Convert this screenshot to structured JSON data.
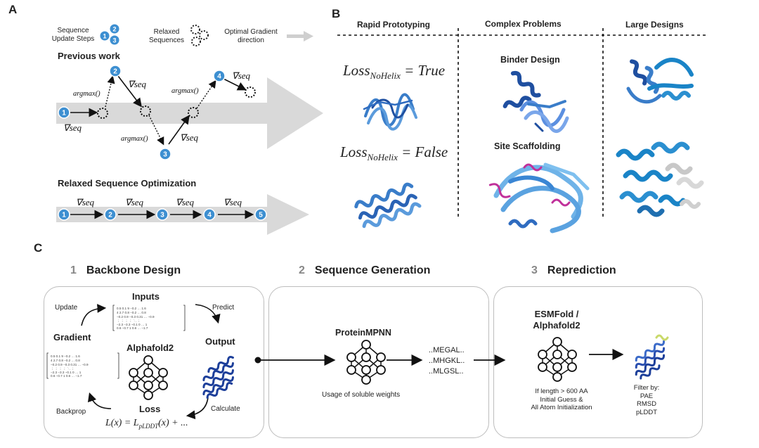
{
  "panelA": {
    "letter": "A",
    "legend": {
      "steps": "Sequence Update Steps",
      "relaxed": "Relaxed Sequences",
      "gradient": "Optimal Gradient direction"
    },
    "previous_work": "Previous work",
    "relaxed_title": "Relaxed Sequence Optimization",
    "nabla_seq": "∇seq",
    "argmax": "argmax()",
    "nodes": [
      "1",
      "2",
      "3",
      "4",
      "5"
    ]
  },
  "panelB": {
    "letter": "B",
    "col1": "Rapid Prototyping",
    "col2": "Complex Problems",
    "col3": "Large Designs",
    "loss_true_main": "Loss",
    "loss_true_sub": "NoHelix",
    "loss_true_rest": " = True",
    "loss_false_main": "Loss",
    "loss_false_sub": "NoHelix",
    "loss_false_rest": " = False",
    "binder": "Binder Design",
    "scaffold": "Site Scaffolding"
  },
  "panelC": {
    "letter": "C",
    "step1_num": "1",
    "step1_title": "Backbone Design",
    "step2_num": "2",
    "step2_title": "Sequence Generation",
    "step3_num": "3",
    "step3_title": "Reprediction",
    "inputs": "Inputs",
    "update": "Update",
    "predict": "Predict",
    "gradient": "Gradient",
    "alphafold2": "Alphafold2",
    "output": "Output",
    "backprop": "Backprop",
    "calculate": "Calculate",
    "loss": "Loss",
    "loss_formula_main": "L(x) = L",
    "loss_formula_sub": "pLDDT",
    "loss_formula_rest": "(x) + ...",
    "proteinmpnn": "ProteinMPNN",
    "soluble": "Usage of soluble weights",
    "seqs": [
      "..MEGAL..",
      "..MHGKL..",
      "..MLGSL.."
    ],
    "esm": "ESMFold /",
    "af2": "Alphafold2",
    "cond": [
      "If length > 600 AA",
      "Initial Guess &",
      "All Atom Initialization"
    ],
    "filter": [
      "Filter by:",
      "PAE",
      "RMSD",
      "pLDDT"
    ]
  },
  "colors": {
    "node_blue": "#3d8fd1",
    "protein_blue": "#3a7dc9",
    "protein_dark": "#1f4fa0",
    "arrow_gray": "#d6d6d6",
    "magenta": "#c0309a"
  }
}
